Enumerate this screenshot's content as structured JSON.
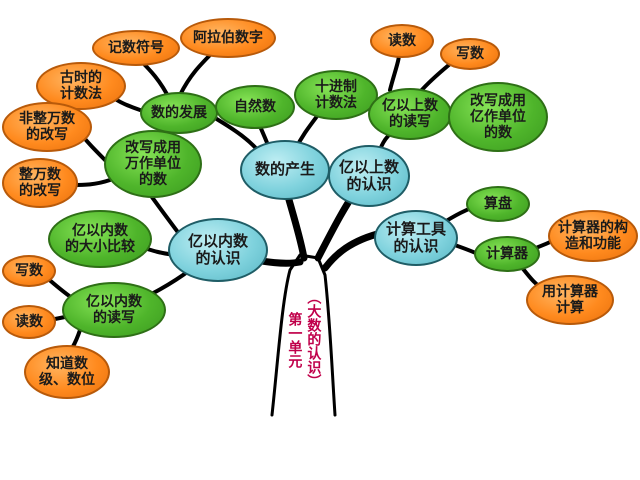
{
  "diagram": {
    "unit_title": "第一单元",
    "unit_subtitle": "（大数的认识）",
    "nodes": {
      "shuziDeChansheng": "数的产生",
      "yiYinei": "亿以内数\n的认识",
      "yiYishang": "亿以上数\n的认识",
      "jisuanGongju": "计算工具\n的认识",
      "shuDeFazhan": "数的发展",
      "ziranShu": "自然数",
      "shijinzhi": "十进制\n计数法",
      "jishuFuhao": "记数符号",
      "alaboShuzi": "阿拉伯数字",
      "gushiJishufa": "古时的\n计数法",
      "yiYishangDuxie": "亿以上数\n的读写",
      "du1": "读数",
      "xie1": "写数",
      "gaixieYi": "改写成用\n亿作单位\n的数",
      "gaixieWan": "改写成用\n万作单位\n的数",
      "feizhengWan": "非整万数\n的改写",
      "zhengWan": "整万数\n的改写",
      "daxiaoBijiao": "亿以内数\n的大小比较",
      "yiYineiDuxie": "亿以内数\n的读写",
      "xie2": "写数",
      "du2": "读数",
      "shuwei": "知道数\n级、数位",
      "suanpan": "算盘",
      "jisuanqi": "计算器",
      "gouzao": "计算器的构\n造和功能",
      "yongJisuanqi": "用计算器\n计算"
    }
  }
}
